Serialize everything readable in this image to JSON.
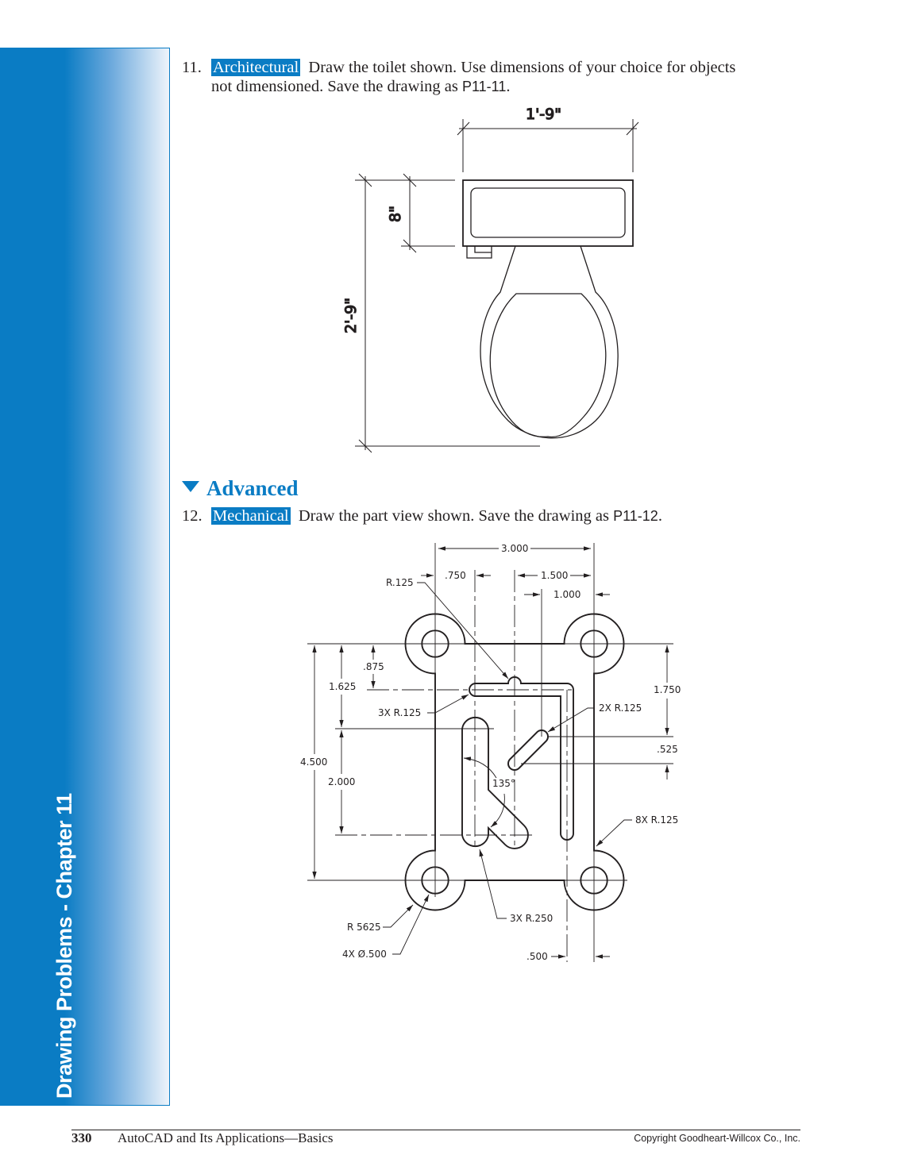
{
  "sidebar": {
    "title": "Drawing Problems - Chapter 11"
  },
  "problem11": {
    "number": "11.",
    "tag": "Architectural",
    "text1": "Draw the toilet shown. Use dimensions of your choice for objects",
    "text2": "not dimensioned. Save the drawing as",
    "file": "P11-11",
    "end": ".",
    "dims": {
      "width": "1'-9\"",
      "height": "2'-9\"",
      "tank": "8\""
    }
  },
  "section": {
    "heading": "Advanced"
  },
  "problem12": {
    "number": "12.",
    "tag": "Mechanical",
    "text": "Draw the part view shown. Save the drawing as",
    "file": "P11-12",
    "end": ".",
    "dims": {
      "d3000": "3.000",
      "d750": ".750",
      "d1500": "1.500",
      "d1000": "1.000",
      "r125": "R.125",
      "d875": ".875",
      "d1625": "1.625",
      "r125_3x": "3X  R.125",
      "d1750": "1.750",
      "r125_2x": "2X  R.125",
      "d525": ".525",
      "d4500": "4.500",
      "d2000": "2.000",
      "angle": "135°",
      "r125_8x": "8X  R.125",
      "r5625": "R 5625",
      "r250_3x": "3X  R.250",
      "dia500_4x": "4X  Ø.500",
      "d500": ".500"
    }
  },
  "footer": {
    "page": "330",
    "book": "AutoCAD and Its Applications—Basics",
    "copyright": "Copyright Goodheart-Willcox Co., Inc."
  }
}
